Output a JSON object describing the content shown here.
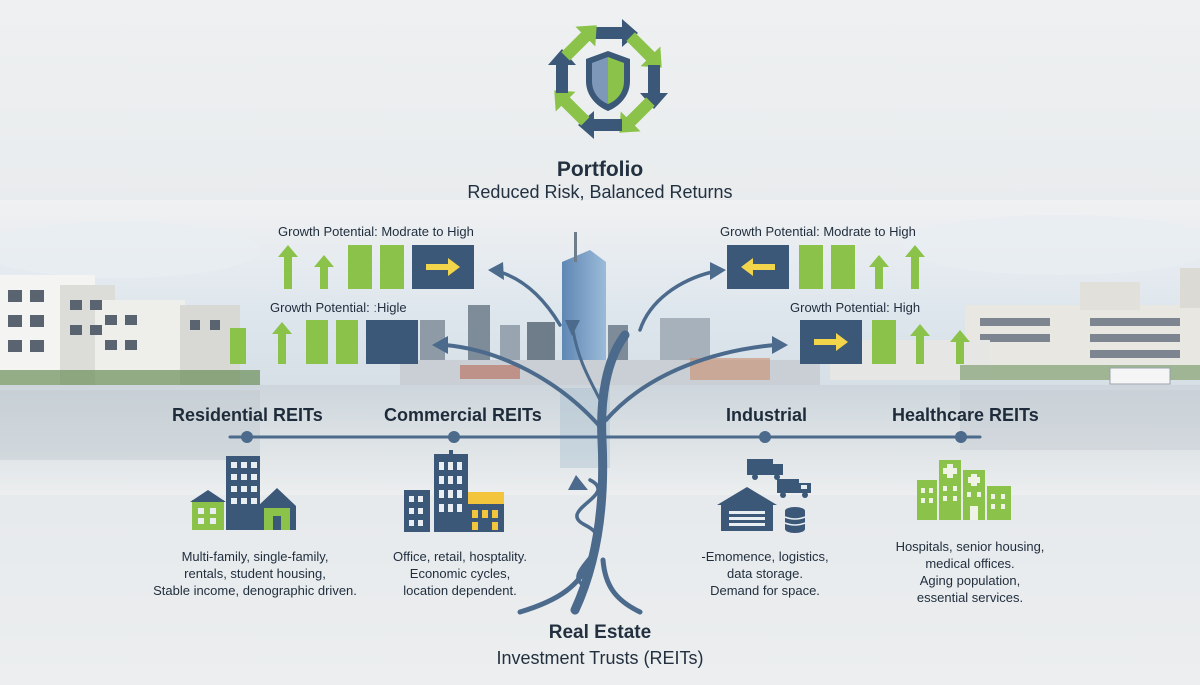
{
  "header": {
    "title": "Portfolio",
    "subtitle": "Reduced Risk, Balanced Returns"
  },
  "growth_labels": {
    "left_top": "Growth Potential: Modrate to High",
    "left_bottom": "Growth Potential: ːHigle",
    "right_top": "Growth Potential: Modrate to High",
    "right_bottom": "Growth Potential: High"
  },
  "categories": [
    {
      "name": "Residential REITs",
      "icon": "residential-buildings-icon",
      "description": [
        "Multi-family, single-family,",
        "rentals, student housing,",
        "Stable income, denographic driven."
      ]
    },
    {
      "name": "Commercial REITs",
      "icon": "office-tower-icon",
      "description": [
        "Office, retail, hosptality.",
        "Economic cycles,",
        "location dependent."
      ]
    },
    {
      "name": "Industrial",
      "icon": "warehouse-trucks-icon",
      "description": [
        "-Emomence, logistics,",
        "data storage.",
        "Demand for space."
      ]
    },
    {
      "name": "Healthcare REITs",
      "icon": "hospital-icon",
      "description": [
        "Hospitals, senior housing,",
        "medical offices.",
        "Aging population,",
        "essential services."
      ]
    }
  ],
  "root": {
    "line1": "Real Estate",
    "line2": "Investment Trusts (REITs)"
  },
  "colors": {
    "navy": "#3b5878",
    "green": "#8bc34a",
    "yellow": "#f2d54b",
    "line": "#4b6a8c"
  }
}
